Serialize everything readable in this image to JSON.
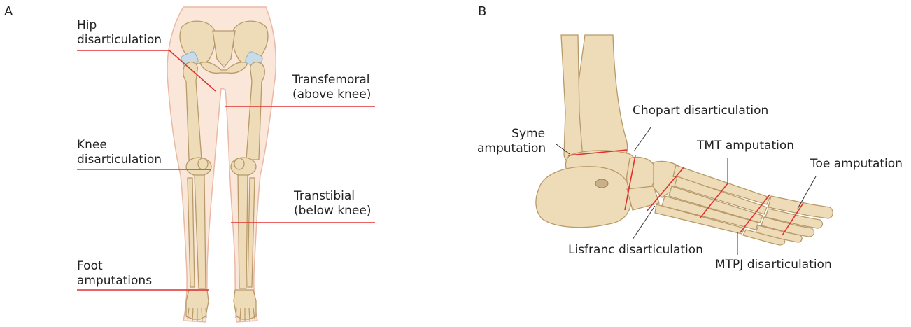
{
  "panels": {
    "a": {
      "letter": "A",
      "labels": {
        "hip": [
          "Hip",
          "disarticulation"
        ],
        "transfemoral": [
          "Transfemoral",
          "(above knee)"
        ],
        "knee": [
          "Knee",
          "disarticulation"
        ],
        "transtibial": [
          "Transtibial",
          "(below knee)"
        ],
        "foot": [
          "Foot",
          "amputations"
        ]
      }
    },
    "b": {
      "letter": "B",
      "labels": {
        "chopart": "Chopart disarticulation",
        "syme": [
          "Syme",
          "amputation"
        ],
        "tmt": "TMT amputation",
        "toe": "Toe amputation",
        "lisfranc": "Lisfranc disarticulation",
        "mtpj": "MTPJ disarticulation"
      }
    }
  },
  "colors": {
    "cut_line": "#e03030",
    "bone": "#eedcb8",
    "bone_outline": "#b89a6a",
    "skin": "#fbe7d9",
    "skin_outline": "#e9b9a4",
    "cartilage": "#c8dbe6",
    "leader": "#333333"
  }
}
